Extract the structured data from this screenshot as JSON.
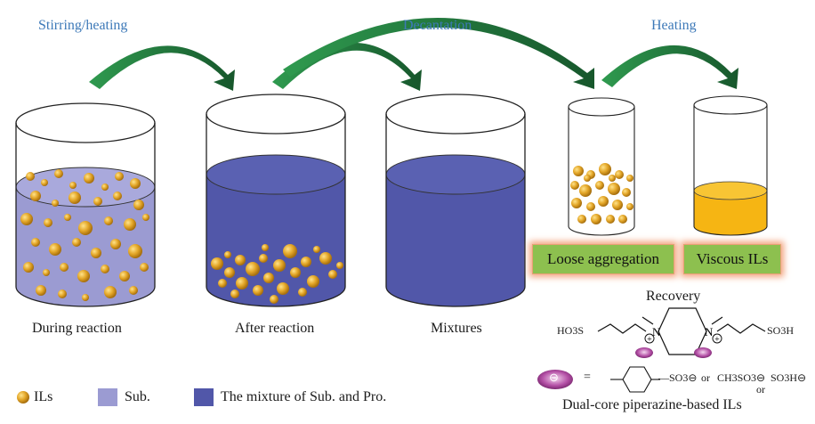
{
  "steps": {
    "stirring": "Stirring/heating",
    "decantation": "Decantation",
    "heating": "Heating"
  },
  "vessels": {
    "during": "During reaction",
    "after": "After reaction",
    "mixtures": "Mixtures"
  },
  "boxes": {
    "loose": "Loose aggregation",
    "viscous": "Viscous ILs"
  },
  "recovery": "Recovery",
  "structure": {
    "left_group": "HO3S",
    "right_group": "SO3H",
    "anion_eq": "=",
    "anion_sym": "⊖",
    "anion_opt1": "—SO3⊖",
    "or1": "or",
    "anion_opt2": "CH3SO3⊖",
    "or2": "or",
    "anion_opt3": "SO3H⊖",
    "caption": "Dual-core piperazine-based ILs"
  },
  "legend": {
    "ils": "ILs",
    "sub": "Sub.",
    "mix": "The mixture of Sub. and Pro."
  },
  "colors": {
    "il_ball": "#e3a628",
    "sub_liquid": "#9b9bd2",
    "mix_liquid": "#5157a9",
    "viscous": "#f6b513",
    "arrow": "#1e7a3c",
    "step_text": "#3d79b8",
    "box_fill": "#8dc04f",
    "box_glow": "#f3a47e",
    "anion_oval": "#9b2f8f"
  }
}
